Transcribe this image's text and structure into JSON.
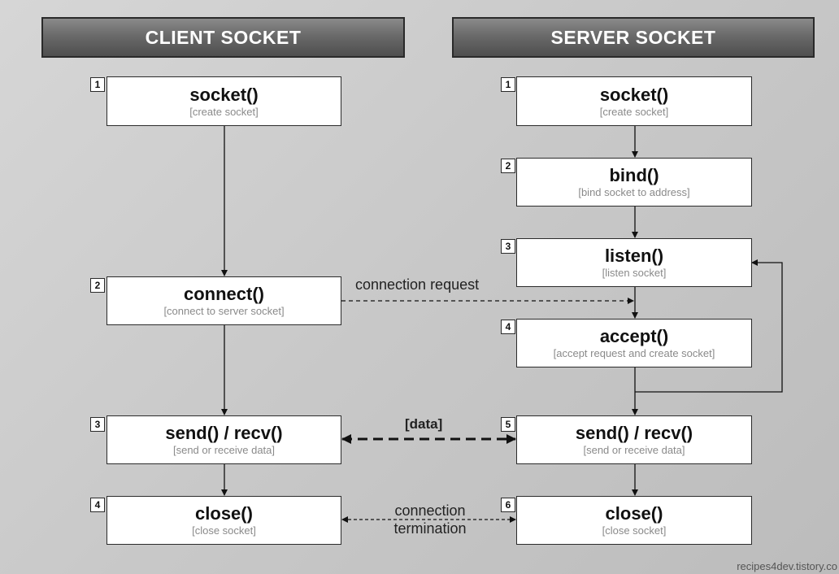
{
  "client": {
    "title": "CLIENT SOCKET",
    "steps": [
      {
        "num": "1",
        "fn": "socket()",
        "desc": "[create socket]"
      },
      {
        "num": "2",
        "fn": "connect()",
        "desc": "[connect to server socket]"
      },
      {
        "num": "3",
        "fn": "send() / recv()",
        "desc": "[send or receive data]"
      },
      {
        "num": "4",
        "fn": "close()",
        "desc": "[close socket]"
      }
    ]
  },
  "server": {
    "title": "SERVER SOCKET",
    "steps": [
      {
        "num": "1",
        "fn": "socket()",
        "desc": "[create socket]"
      },
      {
        "num": "2",
        "fn": "bind()",
        "desc": "[bind socket to address]"
      },
      {
        "num": "3",
        "fn": "listen()",
        "desc": "[listen socket]"
      },
      {
        "num": "4",
        "fn": "accept()",
        "desc": "[accept request and create socket]"
      },
      {
        "num": "5",
        "fn": "send() / recv()",
        "desc": "[send or receive data]"
      },
      {
        "num": "6",
        "fn": "close()",
        "desc": "[close socket]"
      }
    ]
  },
  "edge_labels": {
    "connection_request": "connection request",
    "data": "[data]",
    "termination_line1": "connection",
    "termination_line2": "termination"
  },
  "watermark": "recipes4dev.tistory.co"
}
